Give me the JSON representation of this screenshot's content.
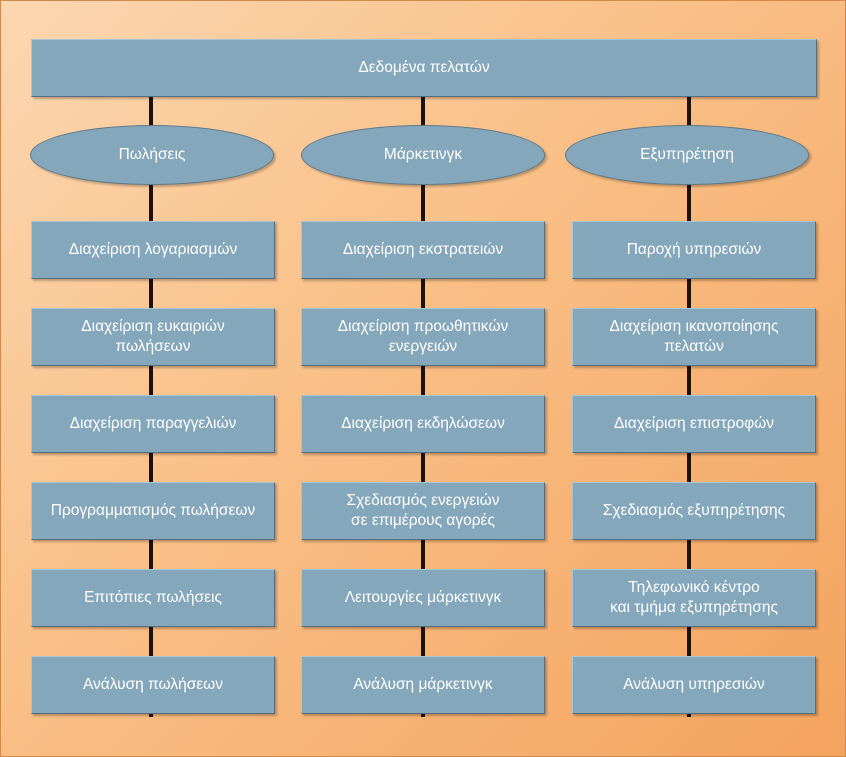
{
  "root": {
    "label": "Δεδομένα πελατών"
  },
  "columns": [
    {
      "title": "Πωλήσεις",
      "items": [
        "Διαχείριση λογαριασμών",
        "Διαχείριση ευκαιριών\nπωλήσεων",
        "Διαχείριση παραγγελιών",
        "Προγραμματισμός πωλήσεων",
        "Επιτόπιες πωλήσεις",
        "Ανάλυση πωλήσεων"
      ]
    },
    {
      "title": "Μάρκετινγκ",
      "items": [
        "Διαχείριση εκστρατειών",
        "Διαχείριση προωθητικών\nενεργειών",
        "Διαχείριση εκδηλώσεων",
        "Σχεδιασμός ενεργειών\nσε επιμέρους αγορές",
        "Λειτουργίες μάρκετινγκ",
        "Ανάλυση μάρκετινγκ"
      ]
    },
    {
      "title": "Εξυπηρέτηση",
      "items": [
        "Παροχή υπηρεσιών",
        "Διαχείριση ικανοποίησης\nπελατών",
        "Διαχείριση επιστροφών",
        "Σχεδιασμός εξυπηρέτησης",
        "Τηλεφωνικό κέντρο\nκαι τμήμα εξυπηρέτησης",
        "Ανάλυση υπηρεσιών"
      ]
    }
  ]
}
